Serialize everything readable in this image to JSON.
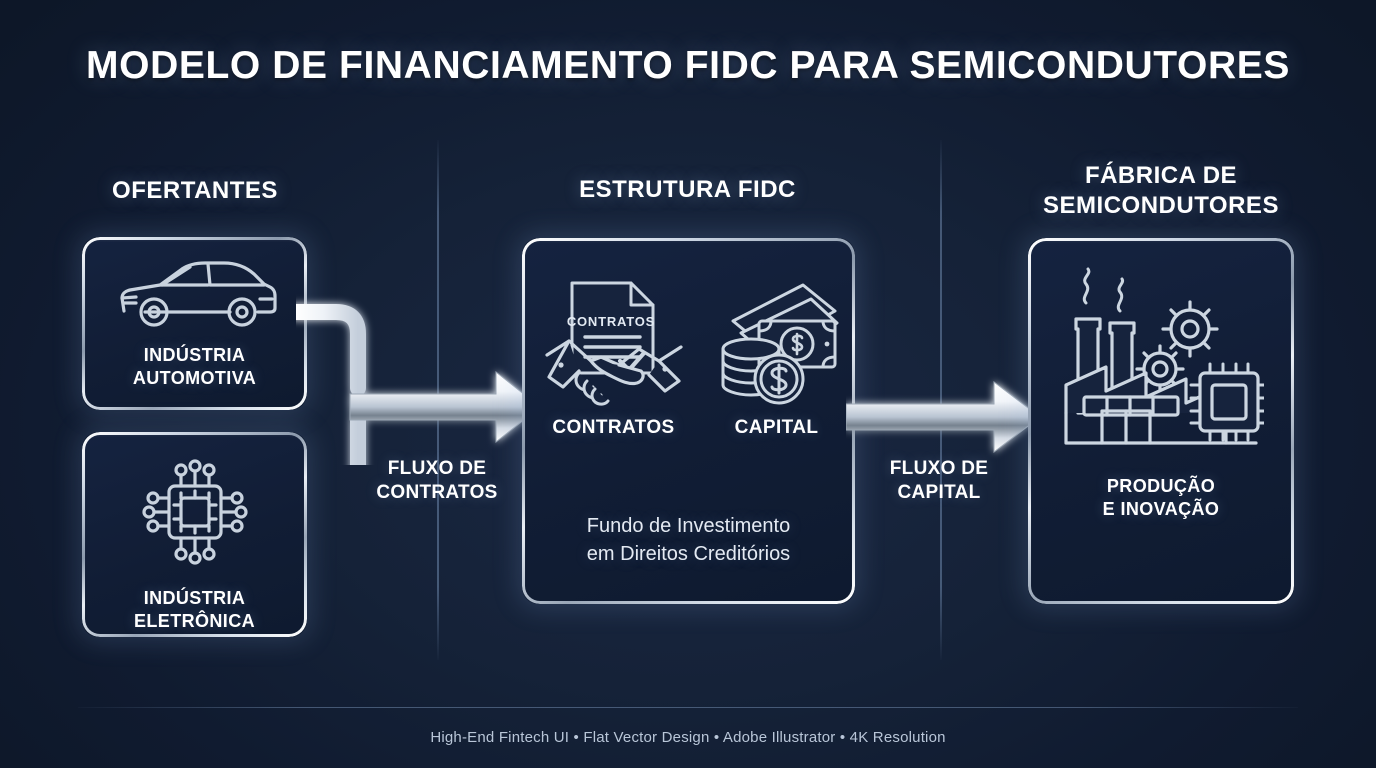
{
  "title": "MODELO DE FINANCIAMENTO FIDC PARA SEMICONDUTORES",
  "columns": {
    "left": {
      "heading": "OFERTANTES"
    },
    "center": {
      "heading": "ESTRUTURA FIDC"
    },
    "right": {
      "heading": "FÁBRICA DE\nSEMICONDUTORES"
    }
  },
  "cards": {
    "automotive": {
      "label": "INDÚSTRIA\nAUTOMOTIVA",
      "icon": "car-icon"
    },
    "electronic": {
      "label": "INDÚSTRIA\nELETRÔNICA",
      "icon": "microchip-icon"
    },
    "fidc": {
      "items": [
        {
          "label": "CONTRATOS",
          "icon": "contract-handshake-icon",
          "doc_text": "CONTRATOS"
        },
        {
          "label": "CAPITAL",
          "icon": "money-coins-icon"
        }
      ],
      "subtitle": "Fundo de Investimento\nem Direitos Creditórios"
    },
    "factory": {
      "label": "PRODUÇÃO\nE INOVAÇÃO",
      "icon": "factory-chip-icon"
    }
  },
  "flows": [
    {
      "label": "FLUXO DE\nCONTRATOS",
      "icon": "arrow-right-icon"
    },
    {
      "label": "FLUXO DE\nCAPITAL",
      "icon": "arrow-right-icon"
    }
  ],
  "footer": "High-End Fintech UI • Flat Vector Design • Adobe Illustrator • 4K Resolution",
  "colors": {
    "background": "#0e1a2e",
    "background_center": "#1a2742",
    "chrome_light": "#ffffff",
    "chrome_mid": "#8c9aad",
    "text_primary": "#ffffff",
    "text_muted": "#b9c6d8"
  }
}
